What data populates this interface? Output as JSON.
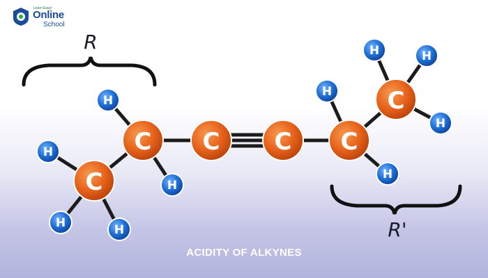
{
  "logo": {
    "tagline": "Learn Easy!",
    "word_online": "Online",
    "word_school": "School"
  },
  "braces": {
    "left_label": "R",
    "right_label": "R'"
  },
  "atoms": {
    "carbon_symbol": "C",
    "hydrogen_symbol": "H"
  },
  "caption": "ACIDITY OF ALKYNES",
  "colors": {
    "carbon": "#e8631c",
    "hydrogen": "#1f6fd6",
    "bond": "#1c1c1c",
    "background_bottom": "#b1b3dc",
    "logo_blue": "#1b4c9a"
  }
}
